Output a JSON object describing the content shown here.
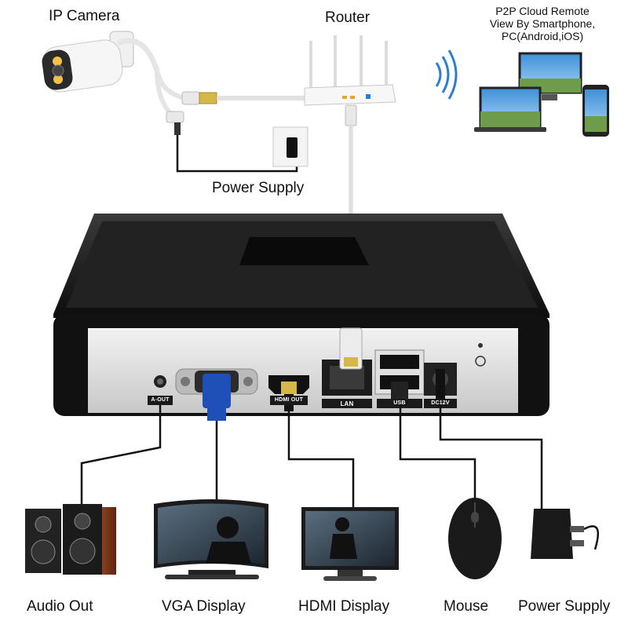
{
  "labels": {
    "ip_camera": "IP Camera",
    "router": "Router",
    "cloud_line1": "P2P Cloud Remote",
    "cloud_line2": "View By Smartphone,",
    "cloud_line3": "PC(Android,iOS)",
    "top_power_supply": "Power Supply",
    "audio_out": "Audio Out",
    "vga_display": "VGA Display",
    "hdmi_display": "HDMI Display",
    "mouse": "Mouse",
    "bottom_power_supply": "Power Supply"
  },
  "ports": {
    "audio": "A-OUT",
    "hdmi": "HDMI OUT",
    "lan": "LAN",
    "usb": "USB",
    "dc": "DC12V"
  },
  "colors": {
    "nvr_body": "#1c1c1c",
    "nvr_panel": "#dcdcdc",
    "cable_white": "#e8e8e8",
    "cable_black": "#111111",
    "wifi_blue": "#2a7fd4",
    "vga_blue": "#1f4fb8"
  }
}
